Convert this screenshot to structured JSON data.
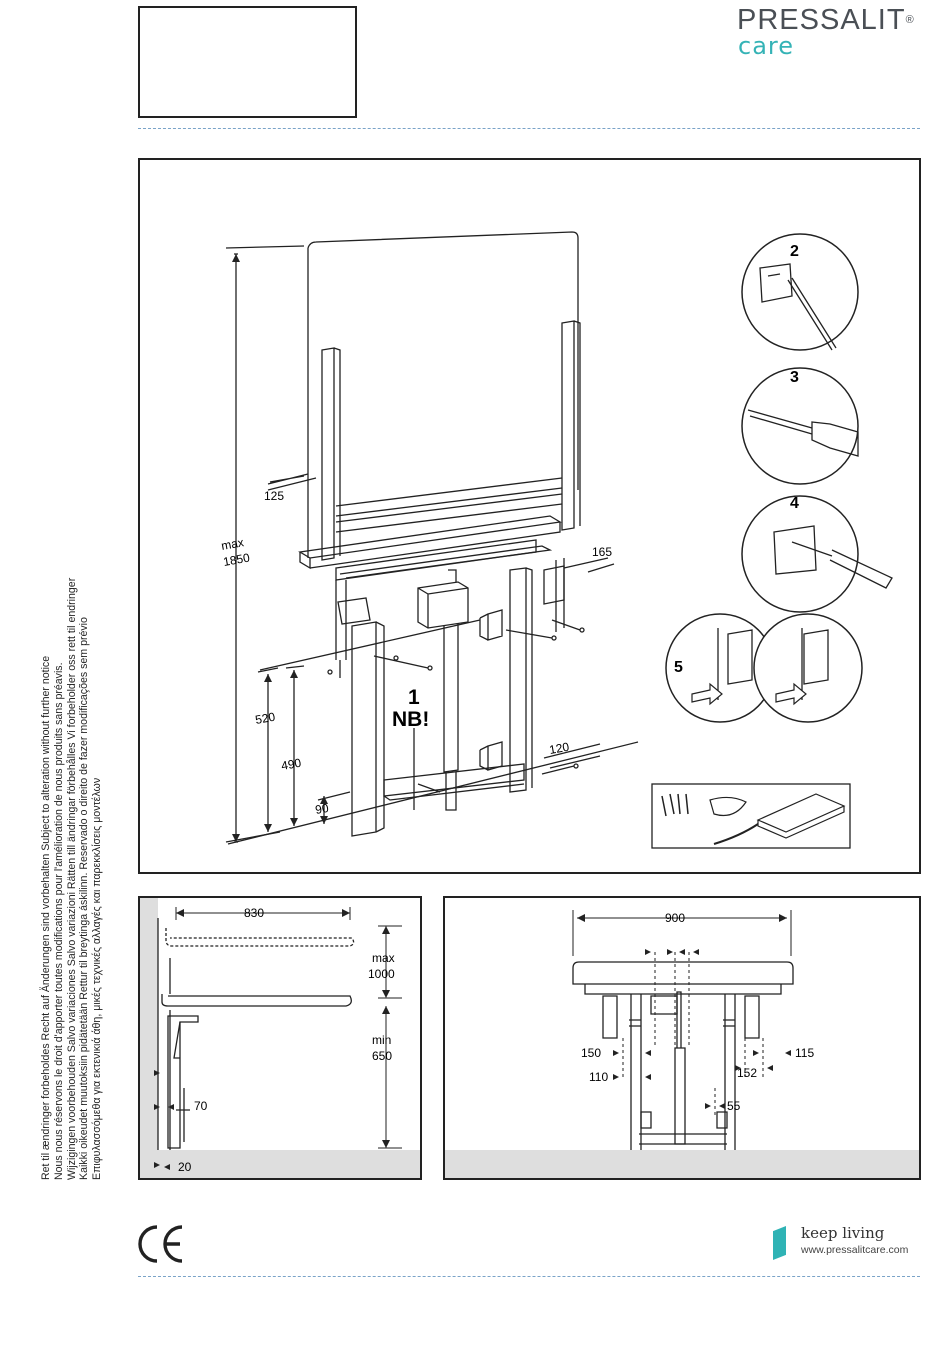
{
  "brand": {
    "logo_main": "PRESSALIT",
    "logo_reg": "®",
    "logo_sub": "care",
    "tagline": "keep living",
    "website": "www.pressalitcare.com",
    "accent_color": "#35b3b6",
    "dash_color": "#7aa3c8"
  },
  "ce_mark": "CE",
  "notices": [
    "Ret til ændringer forbeholdes  Recht auf Änderungen sind vorbehalten  Subject to alteration without further notice",
    "Nous nous réservons le droit d'apporter toutes modifications pour l'amélioration de nous produits sans préavis.",
    "Wijzigingen voorbehouden  Salvo variaciones  Salvo variazioni  Rätten till ändringar förbehålles  Vi forbeholder oss rett til endringer",
    "Kaikki oikeudet muutoksiin pidätetään  Rettur til breytinga áskilinn. Reservado o direito de fazer modificações sem prévio",
    "Επιφυλασσόμεθα για εκτενικιά άθη, μικές τεχνικές αλλαγές και παρεκκλίσεις μοντέλων"
  ],
  "main_diagram": {
    "dimensions": {
      "max_label": "max",
      "max_value": "1850",
      "d125": "125",
      "d165": "165",
      "d520": "520",
      "d490": "490",
      "d90": "90",
      "d120": "120"
    },
    "callout_1": "1",
    "callout_nb": "NB!",
    "steps": [
      "2",
      "3",
      "4",
      "5"
    ]
  },
  "side_view": {
    "d830": "830",
    "max_label": "max",
    "max_value": "1000",
    "min_label": "min",
    "min_value": "650",
    "d70": "70",
    "d20": "20"
  },
  "front_view": {
    "d900": "900",
    "d150": "150",
    "d110": "110",
    "d152": "152",
    "d115": "115",
    "d55": "55"
  }
}
